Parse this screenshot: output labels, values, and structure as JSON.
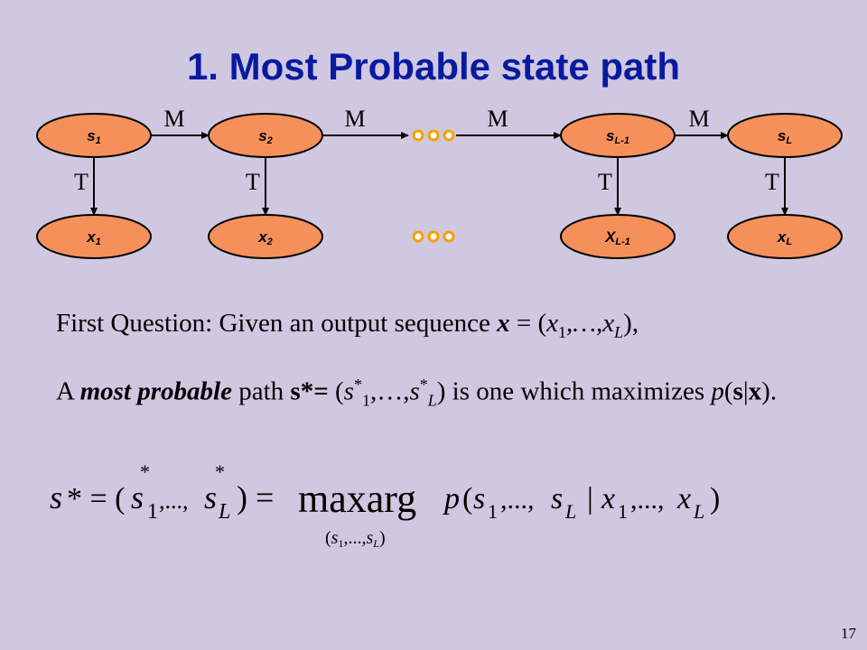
{
  "title": "1. Most Probable state path",
  "page_number": "17",
  "colors": {
    "node_fill": "#f5905a",
    "node_stroke": "#000000",
    "dots": "#f5a000",
    "title": "#0a1aa0",
    "background": "#d0c8e0"
  },
  "diagram": {
    "states": [
      {
        "base": "s",
        "sub": "1"
      },
      {
        "base": "s",
        "sub": "2"
      },
      {
        "base": "s",
        "sub": "L-1"
      },
      {
        "base": "s",
        "sub": "L"
      }
    ],
    "outputs": [
      {
        "base": "x",
        "sub": "1"
      },
      {
        "base": "x",
        "sub": "2"
      },
      {
        "base": "X",
        "sub": "L-1"
      },
      {
        "base": "x",
        "sub": "L"
      }
    ],
    "transition_label": "M",
    "emission_label": "T"
  },
  "question1": {
    "prefix": "First Question: Given an output sequence ",
    "var": "x",
    "eq": " = (",
    "x": "x",
    "sub1": "1",
    "mid": ",…,",
    "subL": "L",
    "end": "),"
  },
  "question2": {
    "a": "A ",
    "emph": "most probable",
    "b": " path ",
    "svar": "s*=",
    "c": " (",
    "s1": "s",
    "sup1": "*",
    "sub1": "1",
    "mid": ",…,",
    "sL": "s",
    "supL": "*",
    "subL": "L",
    "d": ") is one which maximizes ",
    "p": "p",
    "open": "(",
    "s": "s",
    "bar": "|",
    "x": "x",
    "close": ")."
  },
  "formula": {
    "lhs": "s* = (",
    "s": "s",
    "star": "*",
    "one": "1",
    "dots": ",...,",
    "L": "L",
    "close_eq": ") =",
    "op": "maxarg",
    "p": "p(s",
    "rest": ",..., s",
    "given": " | x",
    "rest2": ",..., x",
    "end": ")",
    "under": "(s",
    "under_mid": ",...,s",
    "under_end": ")"
  }
}
